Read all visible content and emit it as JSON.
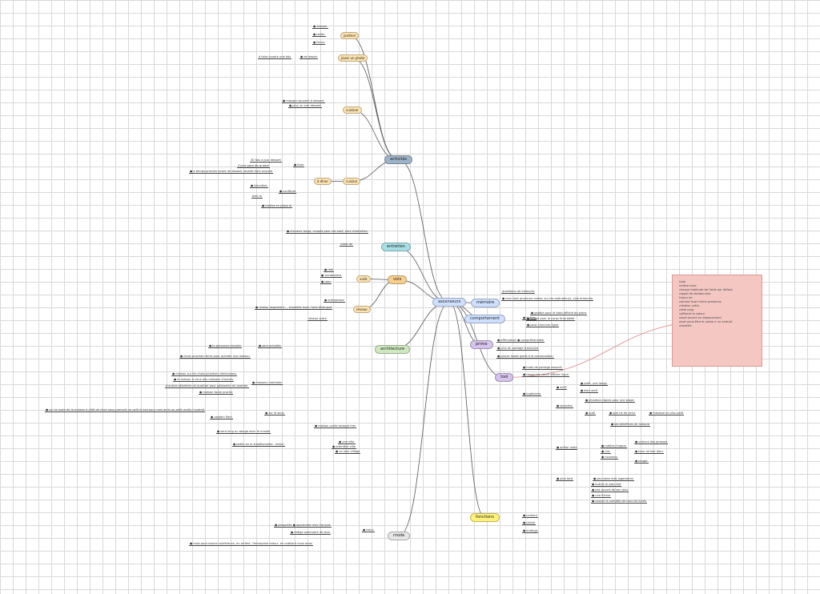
{
  "central": {
    "label": "ascenseurs",
    "color": "#cfe0ff"
  },
  "topics": [
    {
      "id": "activites",
      "label": "activités",
      "color": "#9fb3c8"
    },
    {
      "id": "entretien",
      "label": "entretien",
      "color": "#a8dfe6"
    },
    {
      "id": "voix",
      "label": "voix",
      "color": "#f7cf8e"
    },
    {
      "id": "architecture",
      "label": "architecture",
      "color": "#cfe8c0"
    },
    {
      "id": "mode",
      "label": "mode",
      "color": "#e6e6e6"
    },
    {
      "id": "memoire",
      "label": "mémoire",
      "color": "#cfe0ff"
    },
    {
      "id": "comportement",
      "label": "comportement",
      "color": "#cfe0ff"
    },
    {
      "id": "prime",
      "label": "prime",
      "color": "#d6c4ec"
    },
    {
      "id": "tool",
      "label": "tool",
      "color": "#d6c4ec"
    },
    {
      "id": "fonctions",
      "label": "fonctions",
      "color": "#fff27a"
    }
  ],
  "subtopics": [
    {
      "id": "jardiner",
      "label": "jardiner",
      "color": "#fde3b0"
    },
    {
      "id": "jouer",
      "label": "jouer un photo",
      "color": "#fde3b0"
    },
    {
      "id": "cuisiner",
      "label": "cuisiner",
      "color": "#fde3b0"
    },
    {
      "id": "cuisine",
      "label": "cuisine",
      "color": "#fde3b0"
    },
    {
      "id": "a_diner",
      "label": "à dîner",
      "color": "#fde3b0"
    },
    {
      "id": "voila",
      "label": "voilà",
      "color": "#fde3b0"
    },
    {
      "id": "reseau",
      "label": "réseau",
      "color": "#fde3b0"
    }
  ],
  "leaves": [
    {
      "id": "l1",
      "label": "● dresser"
    },
    {
      "id": "l2",
      "label": "● tailler"
    },
    {
      "id": "l3",
      "label": "● fleurs"
    },
    {
      "id": "l4",
      "label": "● de dessin"
    },
    {
      "id": "l5",
      "label": "à faire coudre une fois"
    },
    {
      "id": "l6",
      "label": "● manger souvent à dessert"
    },
    {
      "id": "l7",
      "label": "● plus un vrai dessert"
    },
    {
      "id": "l8",
      "label": "● faire"
    },
    {
      "id": "l9",
      "label": "30 fois a jour dessert"
    },
    {
      "id": "l10",
      "label": "3 jour para les quatre"
    },
    {
      "id": "l11",
      "label": "● a temps prendre avant de dessert recette faire ensuite"
    },
    {
      "id": "l12",
      "label": "● biscottes"
    },
    {
      "id": "l13",
      "label": "● confiture"
    },
    {
      "id": "l14",
      "label": "bien le"
    },
    {
      "id": "l15",
      "label": "● mettre en place le"
    },
    {
      "id": "l16",
      "label": "● cheveux longs, coupés pour cet outil, plus d'entretien"
    },
    {
      "id": "l17",
      "label": "robot de"
    },
    {
      "id": "l18",
      "label": "● rédi"
    },
    {
      "id": "l19",
      "label": "● vocabulaire"
    },
    {
      "id": "l20",
      "label": "● user"
    },
    {
      "id": "l21",
      "label": "● entreprises"
    },
    {
      "id": "l22",
      "label": "● reseau largement ... travailler avec l'ordi distingué"
    },
    {
      "id": "l23",
      "label": "réseau autre"
    },
    {
      "id": "l24",
      "label": "● la personne ensuite"
    },
    {
      "id": "l25",
      "label": "● choix prochain terre pour acheter une maison"
    },
    {
      "id": "l26",
      "label": "● sera achetée"
    },
    {
      "id": "l27",
      "label": "● maison sur les choix plusieurs dimensions"
    },
    {
      "id": "l28",
      "label": "● la maison à ceux des maisons d'autres"
    },
    {
      "id": "l29",
      "label": "d'autres résidents du quartier pour pâtisserie du quartier"
    },
    {
      "id": "l30",
      "label": "● maison toute proche"
    },
    {
      "id": "l31",
      "label": "● maisons mentales"
    },
    {
      "id": "l32",
      "label": "● sur la route de la maison à côté de chez nous prenant un café le bus pour mes amis au petit matin l'endroit"
    },
    {
      "id": "l33",
      "label": "● sur le sous"
    },
    {
      "id": "l34",
      "label": "● captain flam"
    },
    {
      "id": "l35",
      "label": "● sera long au bouge avec le musée"
    },
    {
      "id": "l36",
      "label": "● petits en la traditionnelle - farine"
    },
    {
      "id": "l37",
      "label": "● maison conte lorsque mer"
    },
    {
      "id": "l38",
      "label": "● une ville"
    },
    {
      "id": "l39",
      "label": "● première ville"
    },
    {
      "id": "l40",
      "label": "● un seul village"
    },
    {
      "id": "l41",
      "label": "● plaquette ● apprendre mes français"
    },
    {
      "id": "l42",
      "label": "● rédige sommaire de jeux"
    },
    {
      "id": "l43",
      "label": "● mais pour bonne conférence, en arrière, l'entreprise mieux, en oubliant nous aussi"
    },
    {
      "id": "l44",
      "label": "● trace"
    },
    {
      "id": "l45",
      "label": "questions de mémoire"
    },
    {
      "id": "l46",
      "label": "● cela vaut plusieurs vraies, sur les ordinateurs, vive entendre"
    },
    {
      "id": "l47",
      "label": "● autres"
    },
    {
      "id": "l48",
      "label": "● gabbie pour le total affiché de place"
    },
    {
      "id": "l49",
      "label": "● stable pour le corps final bébé"
    },
    {
      "id": "l50",
      "label": "● peut chercher ligne"
    },
    {
      "id": "l51",
      "label": "● affirmation ● compréhensible"
    },
    {
      "id": "l52",
      "label": "● plus en partage transcript"
    },
    {
      "id": "l53",
      "label": "● placer mode pieds à la conversation"
    },
    {
      "id": "l54",
      "label": "● mots de partage associé"
    },
    {
      "id": "l55",
      "label": "● resources concil affiche input"
    },
    {
      "id": "l56",
      "label": "● ingénierie"
    },
    {
      "id": "l57",
      "label": "● actif"
    },
    {
      "id": "l58",
      "label": "● petit, une longe"
    },
    {
      "id": "l59",
      "label": "● bien actif"
    },
    {
      "id": "l60",
      "label": "● données"
    },
    {
      "id": "l61",
      "label": "● plusieurs lignes pour une plage"
    },
    {
      "id": "l62",
      "label": "● outil"
    },
    {
      "id": "l63",
      "label": "● que ne de celui"
    },
    {
      "id": "l64",
      "label": "● manque ce plus petit"
    },
    {
      "id": "l65",
      "label": "● les bénéfices de mesure"
    },
    {
      "id": "l66",
      "label": "● action mots"
    },
    {
      "id": "l67",
      "label": "● mettre chaque"
    },
    {
      "id": "l68",
      "label": "● nos"
    },
    {
      "id": "l69",
      "label": "● nouveau"
    },
    {
      "id": "l70",
      "label": "● valeurs des phrases"
    },
    {
      "id": "l71",
      "label": "● pour arriver donc"
    },
    {
      "id": "l72",
      "label": "● longer"
    },
    {
      "id": "l73",
      "label": "● plus tard"
    },
    {
      "id": "l74",
      "label": "● peu dans mes jugements"
    },
    {
      "id": "l75",
      "label": "● autres le vœu fait"
    },
    {
      "id": "l76",
      "label": "● pas ouvert de son plus"
    },
    {
      "id": "l77",
      "label": "● une fictive"
    },
    {
      "id": "l78",
      "label": "● nouvel le contrôle de tous les livres"
    },
    {
      "id": "l79",
      "label": "● cerbere"
    },
    {
      "id": "l80",
      "label": "● calme"
    },
    {
      "id": "l81",
      "label": "● endings"
    }
  ],
  "note": {
    "lines": [
      "todo",
      "mettre avec",
      "chaque habitude de l'aide par défaut",
      "rappel de dictionnaire",
      "fusion de",
      "comme fuse l'extra pressions",
      "création cette",
      "cette ping",
      "suffisant la valeur",
      "",
      "reseil ouvert en deplacement",
      "",
      "avoir peut-être le calme à un endroit",
      "remettre"
    ]
  }
}
